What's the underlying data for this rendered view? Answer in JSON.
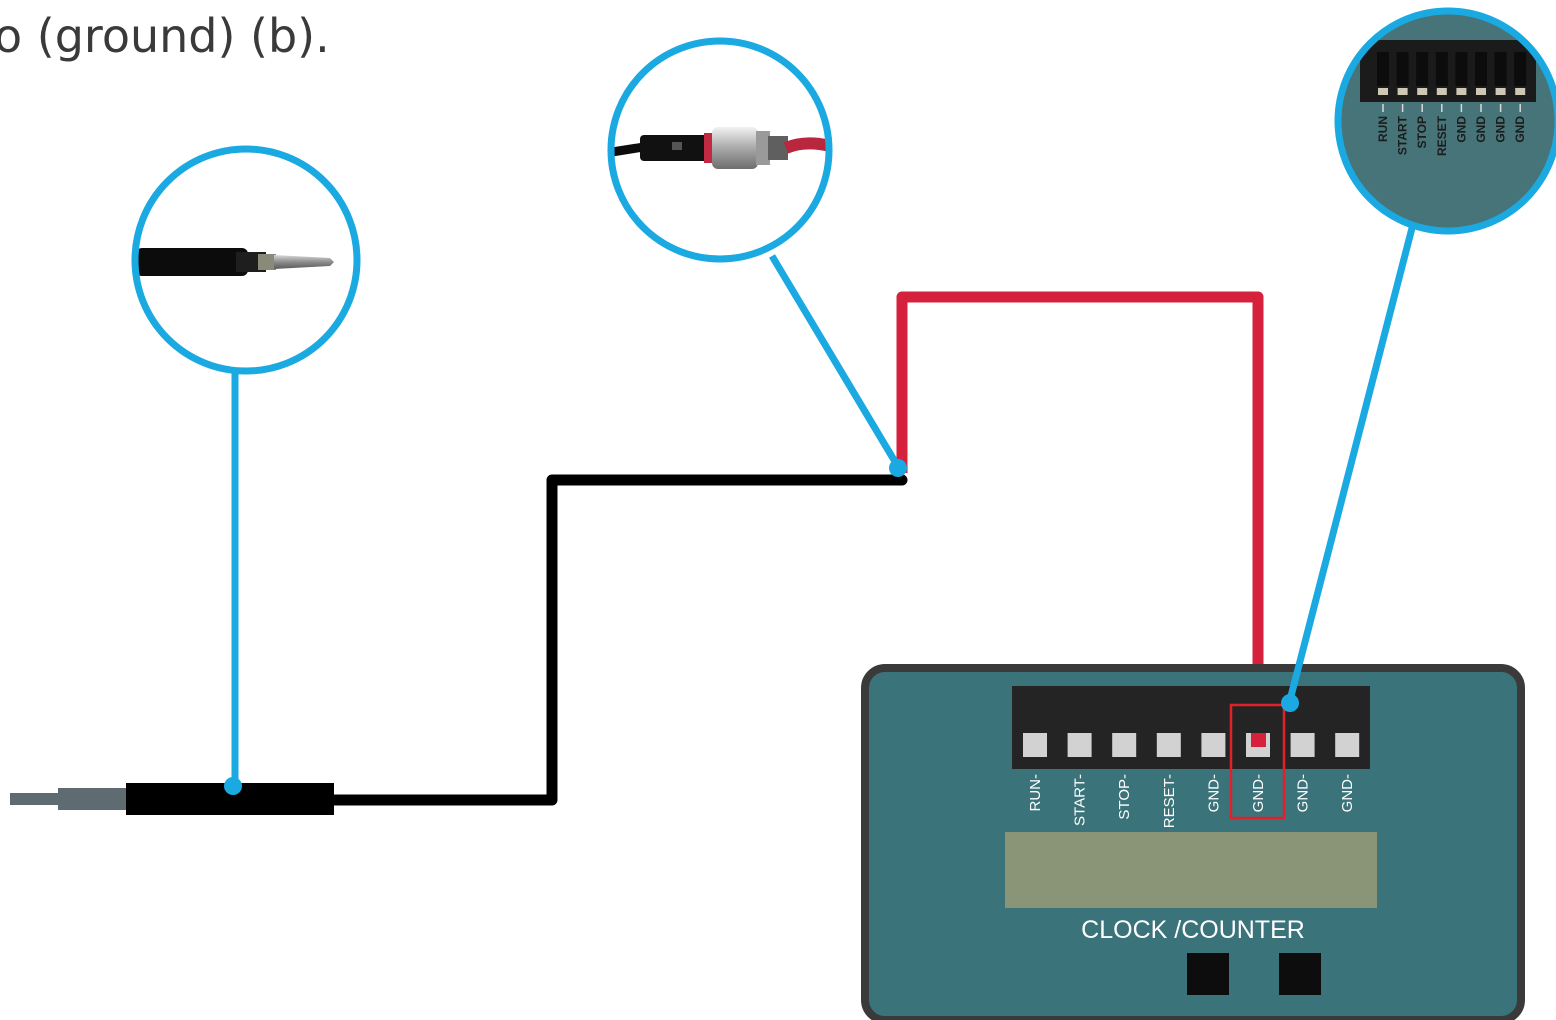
{
  "caption": {
    "text": "o (ground) (b)."
  },
  "device": {
    "title": "CLOCK /COUNTER",
    "terminals": [
      "RUN-",
      "START-",
      "STOP-",
      "RESET-",
      "GND-",
      "GND-",
      "GND-",
      "GND-"
    ],
    "highlighted_terminal": "GND-"
  },
  "callout_terminal_labels": [
    "RUN",
    "START",
    "STOP",
    "RESET",
    "GND",
    "GND",
    "GND",
    "GND"
  ],
  "colors": {
    "callout": "#1aa9e1",
    "wire_red": "#d6213d",
    "wire_black": "#000000",
    "device_body": "#3b737b",
    "device_border": "#3a3a3a",
    "display": "#8a9578",
    "highlight": "#e0202a"
  }
}
